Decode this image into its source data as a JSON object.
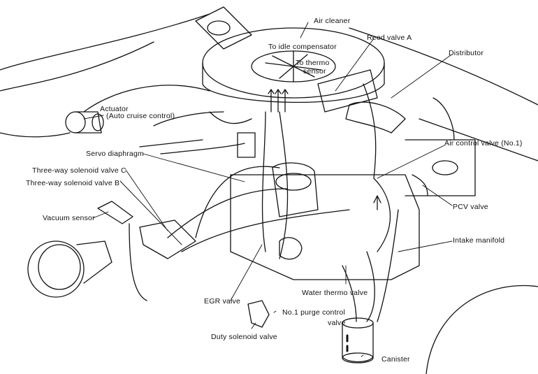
{
  "diagram": {
    "title": "Engine vacuum hose routing",
    "labels": {
      "air_cleaner": "Air cleaner",
      "to_idle_compensator": "To idle compensator",
      "to_thermo_sensor_1": "To thermo",
      "to_thermo_sensor_2": "sensor",
      "reed_valve_a": "Reed valve A",
      "distributor": "Distributor",
      "actuator_1": "Actuator",
      "actuator_2": "(Auto cruise control)",
      "servo_diaphragm": "Servo diaphragm",
      "three_way_c": "Three-way solenoid valve C",
      "three_way_b": "Three-way solenoid valve B",
      "air_control_valve": "Air control valve (No.1)",
      "pcv_valve": "PCV valve",
      "vacuum_sensor": "Vacuum sensor",
      "intake_manifold": "Intake manifold",
      "water_thermo_valve": "Water thermo valve",
      "egr_valve": "EGR valve",
      "purge_control_1": "No.1 purge control",
      "purge_control_2": "valve",
      "duty_solenoid_valve": "Duty solenoid valve",
      "canister": "Canister"
    }
  }
}
